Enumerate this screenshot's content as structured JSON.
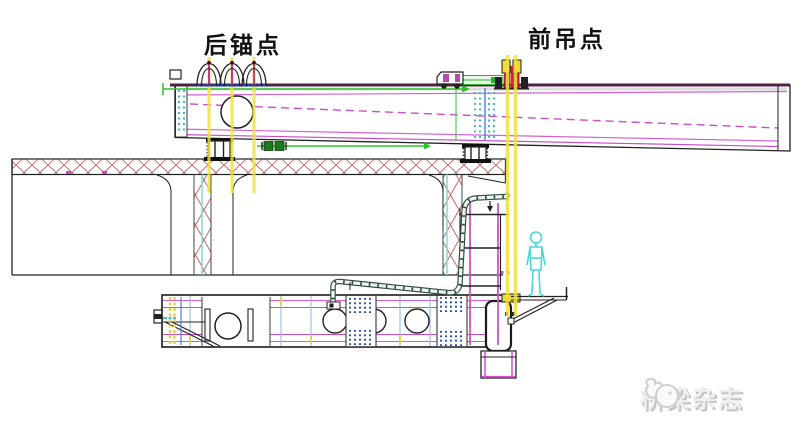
{
  "labels": {
    "rear_anchor": "后锚点",
    "front_lift": "前吊点"
  },
  "watermark": {
    "text": "桥梁杂志"
  },
  "colors": {
    "line_black": "#222222",
    "magenta_line": "#d45fd4",
    "girder_top_flange": "#4e2348",
    "concrete_hatch_red": "#c46a6a",
    "highlight_yellow": "#f0e23c",
    "direction_green": "#2bc42b",
    "worker_cyan": "#49d6d6",
    "bolt_blue": "#3a66cc",
    "clamp_red": "#cc2233",
    "watermark_gray": "#c9c9c9"
  },
  "components": {
    "girder": "steel-box-girder-elevation",
    "deck": "existing-concrete-box-deck",
    "rear_anchors": "rear-anchor-assembly",
    "front_lift": "front-lifting-point",
    "beam": "lower-lifting-beam",
    "worker": "worker-figure"
  }
}
